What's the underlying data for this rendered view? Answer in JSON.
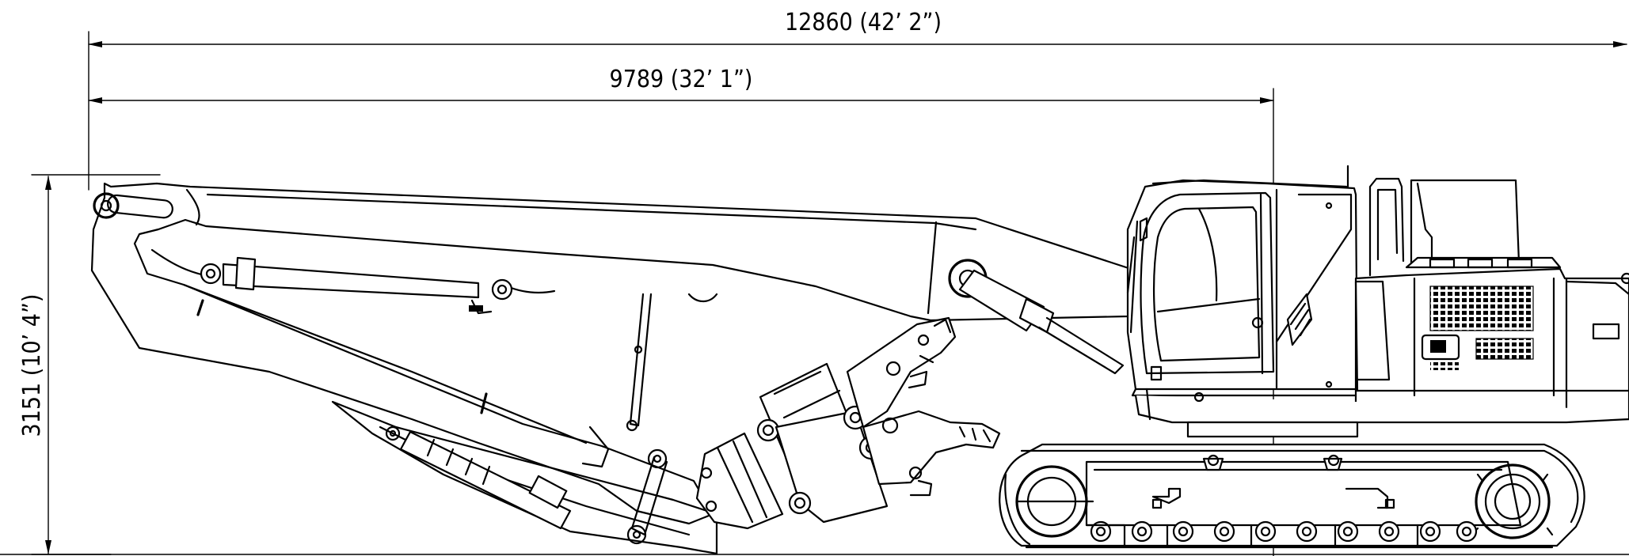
{
  "dimensions": {
    "overall_length": "12860 (42’ 2”)",
    "reach_to_center": "9789  (32’ 1”)",
    "height": "3151 (10’ 4”)"
  },
  "colors": {
    "ink": "#000000",
    "paper": "#ffffff"
  }
}
